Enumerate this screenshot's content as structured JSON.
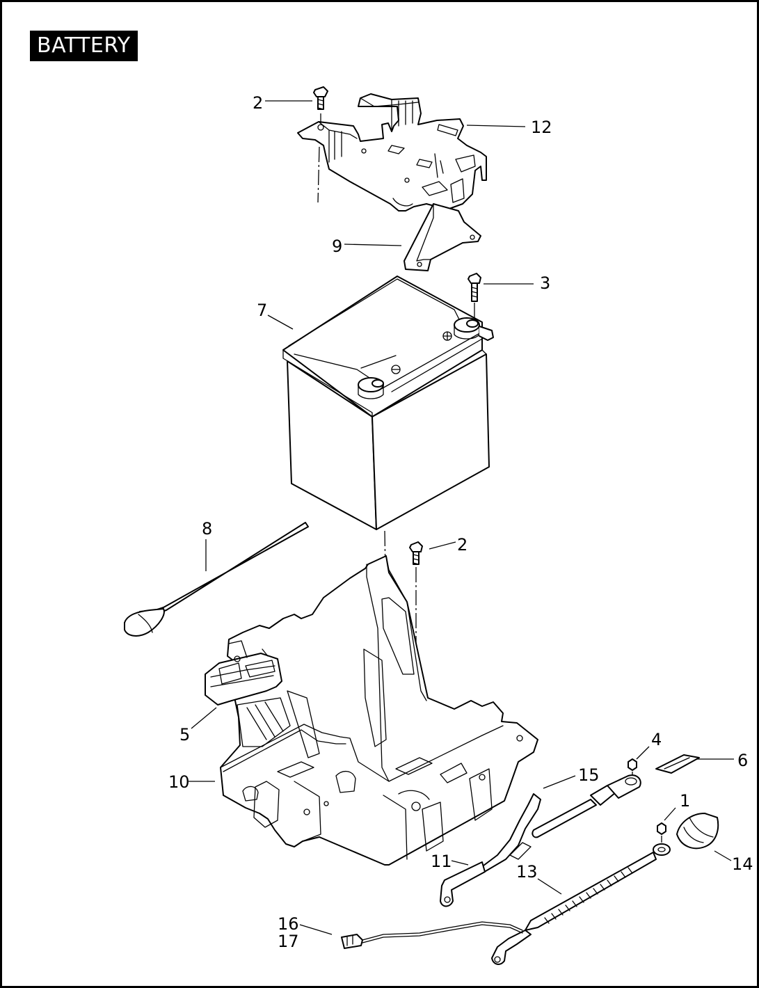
{
  "title": "BATTERY",
  "callouts": [
    {
      "id": "c2a",
      "label": "2"
    },
    {
      "id": "c12",
      "label": "12"
    },
    {
      "id": "c9",
      "label": "9"
    },
    {
      "id": "c3",
      "label": "3"
    },
    {
      "id": "c7",
      "label": "7"
    },
    {
      "id": "c8",
      "label": "8"
    },
    {
      "id": "c2b",
      "label": "2"
    },
    {
      "id": "c5",
      "label": "5"
    },
    {
      "id": "c4",
      "label": "4"
    },
    {
      "id": "c6",
      "label": "6"
    },
    {
      "id": "c10",
      "label": "10"
    },
    {
      "id": "c15",
      "label": "15"
    },
    {
      "id": "c1",
      "label": "1"
    },
    {
      "id": "c11",
      "label": "11"
    },
    {
      "id": "c14",
      "label": "14"
    },
    {
      "id": "c13",
      "label": "13"
    },
    {
      "id": "c16",
      "label": "16"
    },
    {
      "id": "c17",
      "label": "17"
    }
  ]
}
